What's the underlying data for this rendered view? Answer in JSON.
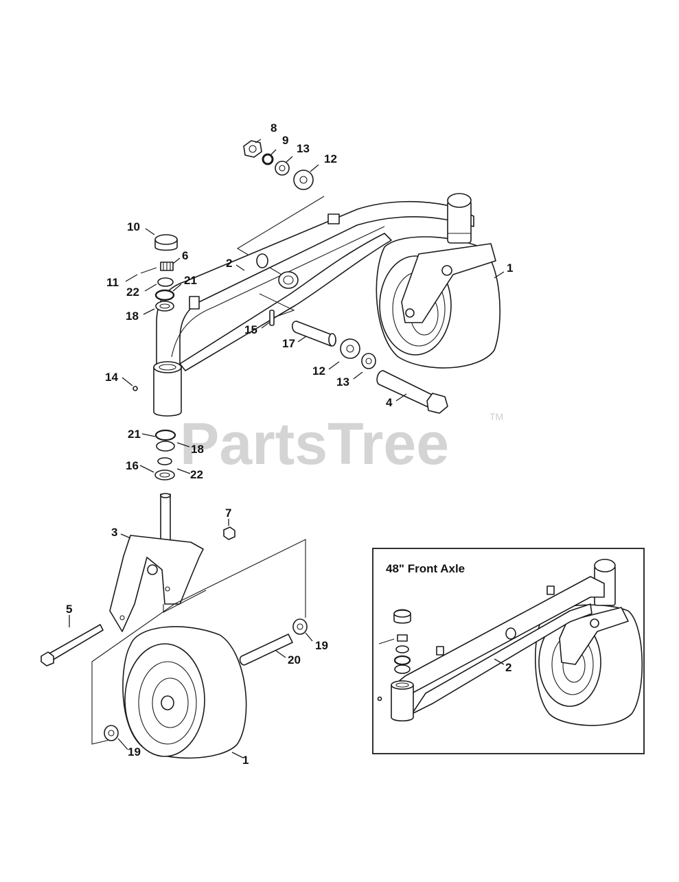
{
  "watermark": {
    "brand": "PartsTree",
    "tm": "TM"
  },
  "inset": {
    "title": "48\" Front Axle",
    "labels": [
      "2"
    ]
  },
  "callouts": [
    "8",
    "9",
    "13",
    "12",
    "10",
    "6",
    "2",
    "1",
    "11",
    "22",
    "21",
    "18",
    "15",
    "17",
    "12",
    "13",
    "4",
    "14",
    "21",
    "18",
    "16",
    "22",
    "3",
    "7",
    "5",
    "19",
    "20",
    "19",
    "1"
  ]
}
